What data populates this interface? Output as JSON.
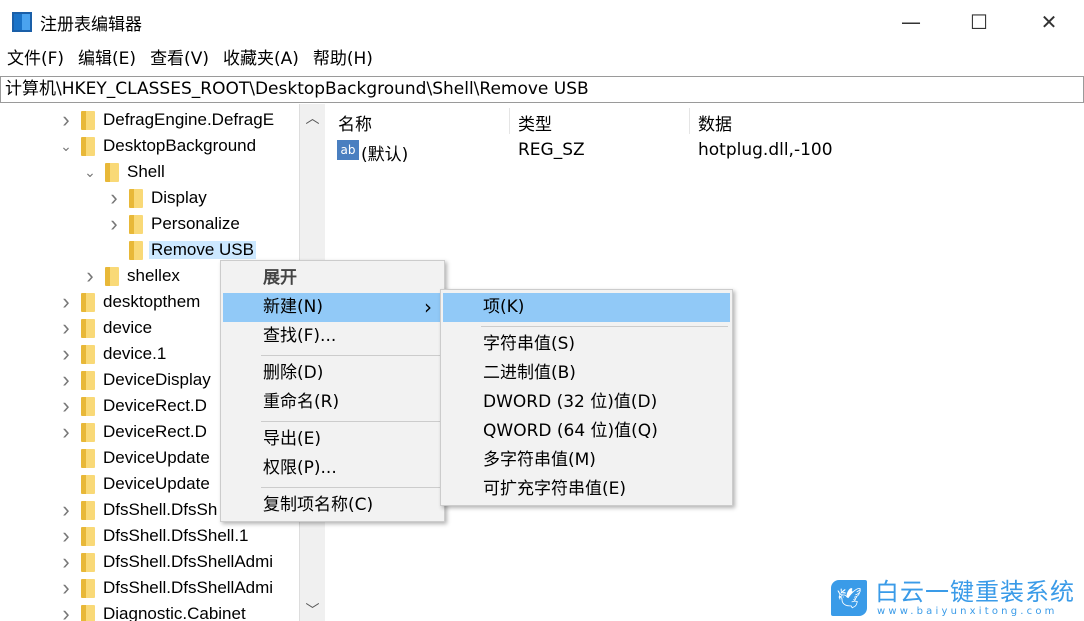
{
  "window": {
    "title": "注册表编辑器",
    "minimize": "—",
    "maximize": "☐",
    "close": "✕"
  },
  "menubar": [
    "文件(F)",
    "编辑(E)",
    "查看(V)",
    "收藏夹(A)",
    "帮助(H)"
  ],
  "address": "计算机\\HKEY_CLASSES_ROOT\\DesktopBackground\\Shell\\Remove USB",
  "tree": [
    {
      "label": "DefragEngine.DefragE",
      "level": 0,
      "state": "collapsed"
    },
    {
      "label": "DesktopBackground",
      "level": 0,
      "state": "expanded"
    },
    {
      "label": "Shell",
      "level": 1,
      "state": "expanded"
    },
    {
      "label": "Display",
      "level": 2,
      "state": "collapsed"
    },
    {
      "label": "Personalize",
      "level": 2,
      "state": "collapsed"
    },
    {
      "label": "Remove USB",
      "level": 2,
      "state": "leaf",
      "selected": true
    },
    {
      "label": "shellex",
      "level": 1,
      "state": "collapsed"
    },
    {
      "label": "desktopthem",
      "level": 0,
      "state": "collapsed"
    },
    {
      "label": "device",
      "level": 0,
      "state": "collapsed"
    },
    {
      "label": "device.1",
      "level": 0,
      "state": "collapsed"
    },
    {
      "label": "DeviceDisplay",
      "level": 0,
      "state": "collapsed"
    },
    {
      "label": "DeviceRect.D",
      "level": 0,
      "state": "collapsed"
    },
    {
      "label": "DeviceRect.D",
      "level": 0,
      "state": "collapsed"
    },
    {
      "label": "DeviceUpdate",
      "level": 0,
      "state": "leaf"
    },
    {
      "label": "DeviceUpdate",
      "level": 0,
      "state": "leaf"
    },
    {
      "label": "DfsShell.DfsSh",
      "level": 0,
      "state": "collapsed"
    },
    {
      "label": "DfsShell.DfsShell.1",
      "level": 0,
      "state": "collapsed"
    },
    {
      "label": "DfsShell.DfsShellAdmi",
      "level": 0,
      "state": "collapsed"
    },
    {
      "label": "DfsShell.DfsShellAdmi",
      "level": 0,
      "state": "collapsed"
    },
    {
      "label": "Diagnostic.Cabinet",
      "level": 0,
      "state": "collapsed"
    }
  ],
  "columns": [
    "名称",
    "类型",
    "数据"
  ],
  "values": [
    {
      "name": "(默认)",
      "type": "REG_SZ",
      "data": "hotplug.dll,-100",
      "icon": "ab"
    }
  ],
  "context_menu": [
    {
      "label": "展开",
      "bold": true
    },
    {
      "label": "新建(N)",
      "highlight": true,
      "submenu": true
    },
    {
      "label": "查找(F)..."
    },
    {
      "sep": true
    },
    {
      "label": "删除(D)"
    },
    {
      "label": "重命名(R)"
    },
    {
      "sep": true
    },
    {
      "label": "导出(E)"
    },
    {
      "label": "权限(P)..."
    },
    {
      "sep": true
    },
    {
      "label": "复制项名称(C)"
    }
  ],
  "submenu": [
    {
      "label": "项(K)",
      "highlight": true
    },
    {
      "sep": true
    },
    {
      "label": "字符串值(S)"
    },
    {
      "label": "二进制值(B)"
    },
    {
      "label": "DWORD (32 位)值(D)"
    },
    {
      "label": "QWORD (64 位)值(Q)"
    },
    {
      "label": "多字符串值(M)"
    },
    {
      "label": "可扩充字符串值(E)"
    }
  ],
  "watermark": {
    "name": "白云一键重装系统",
    "url": "www.baiyunxitong.com",
    "color": "#3a9be8"
  }
}
